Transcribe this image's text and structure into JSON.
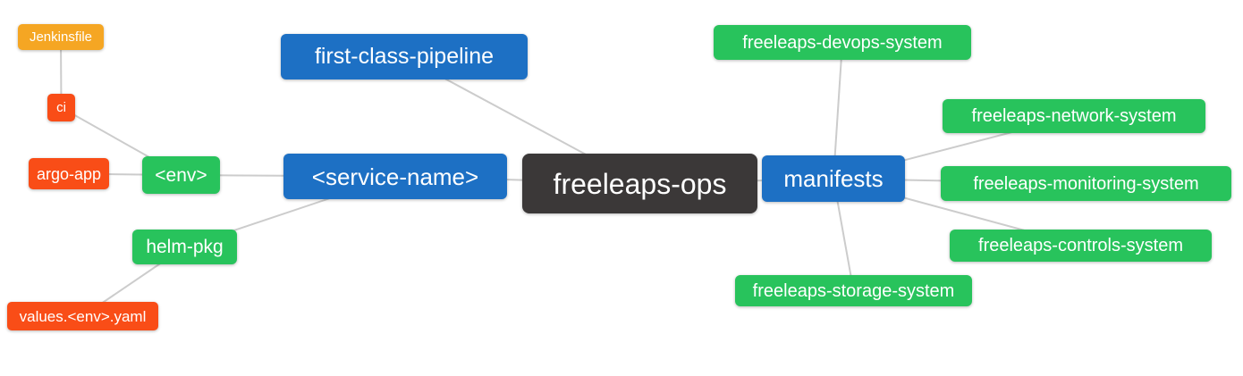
{
  "palette": {
    "blue": "#1D70C4",
    "green": "#28C35C",
    "red": "#F94D17",
    "orange": "#F5A623",
    "dark": "#3B3838",
    "edge": "#CCCCCC",
    "node_text": "#FFFFFF",
    "background": "#FFFFFF"
  },
  "nodes": [
    {
      "id": "jenkinsfile",
      "label": "Jenkinsfile",
      "color": "orange"
    },
    {
      "id": "ci",
      "label": "ci",
      "color": "red"
    },
    {
      "id": "argo-app",
      "label": "argo-app",
      "color": "red"
    },
    {
      "id": "env",
      "label": "<env>",
      "color": "green"
    },
    {
      "id": "helm-pkg",
      "label": "helm-pkg",
      "color": "green"
    },
    {
      "id": "values-env-yaml",
      "label": "values.<env>.yaml",
      "color": "red"
    },
    {
      "id": "first-class-pipeline",
      "label": "first-class-pipeline",
      "color": "blue"
    },
    {
      "id": "service-name",
      "label": "<service-name>",
      "color": "blue"
    },
    {
      "id": "freeleaps-ops",
      "label": "freeleaps-ops",
      "color": "dark"
    },
    {
      "id": "manifests",
      "label": "manifests",
      "color": "blue"
    },
    {
      "id": "freeleaps-devops-system",
      "label": "freeleaps-devops-system",
      "color": "green"
    },
    {
      "id": "freeleaps-network-system",
      "label": "freeleaps-network-system",
      "color": "green"
    },
    {
      "id": "freeleaps-monitoring-system",
      "label": "freeleaps-monitoring-system",
      "color": "green"
    },
    {
      "id": "freeleaps-controls-system",
      "label": "freeleaps-controls-system",
      "color": "green"
    },
    {
      "id": "freeleaps-storage-system",
      "label": "freeleaps-storage-system",
      "color": "green"
    }
  ],
  "edges": [
    [
      "jenkinsfile",
      "ci"
    ],
    [
      "ci",
      "env"
    ],
    [
      "argo-app",
      "env"
    ],
    [
      "env",
      "service-name"
    ],
    [
      "helm-pkg",
      "service-name"
    ],
    [
      "values-env-yaml",
      "helm-pkg"
    ],
    [
      "service-name",
      "freeleaps-ops"
    ],
    [
      "first-class-pipeline",
      "freeleaps-ops"
    ],
    [
      "freeleaps-ops",
      "manifests"
    ],
    [
      "manifests",
      "freeleaps-devops-system"
    ],
    [
      "manifests",
      "freeleaps-network-system"
    ],
    [
      "manifests",
      "freeleaps-monitoring-system"
    ],
    [
      "manifests",
      "freeleaps-controls-system"
    ],
    [
      "manifests",
      "freeleaps-storage-system"
    ]
  ]
}
